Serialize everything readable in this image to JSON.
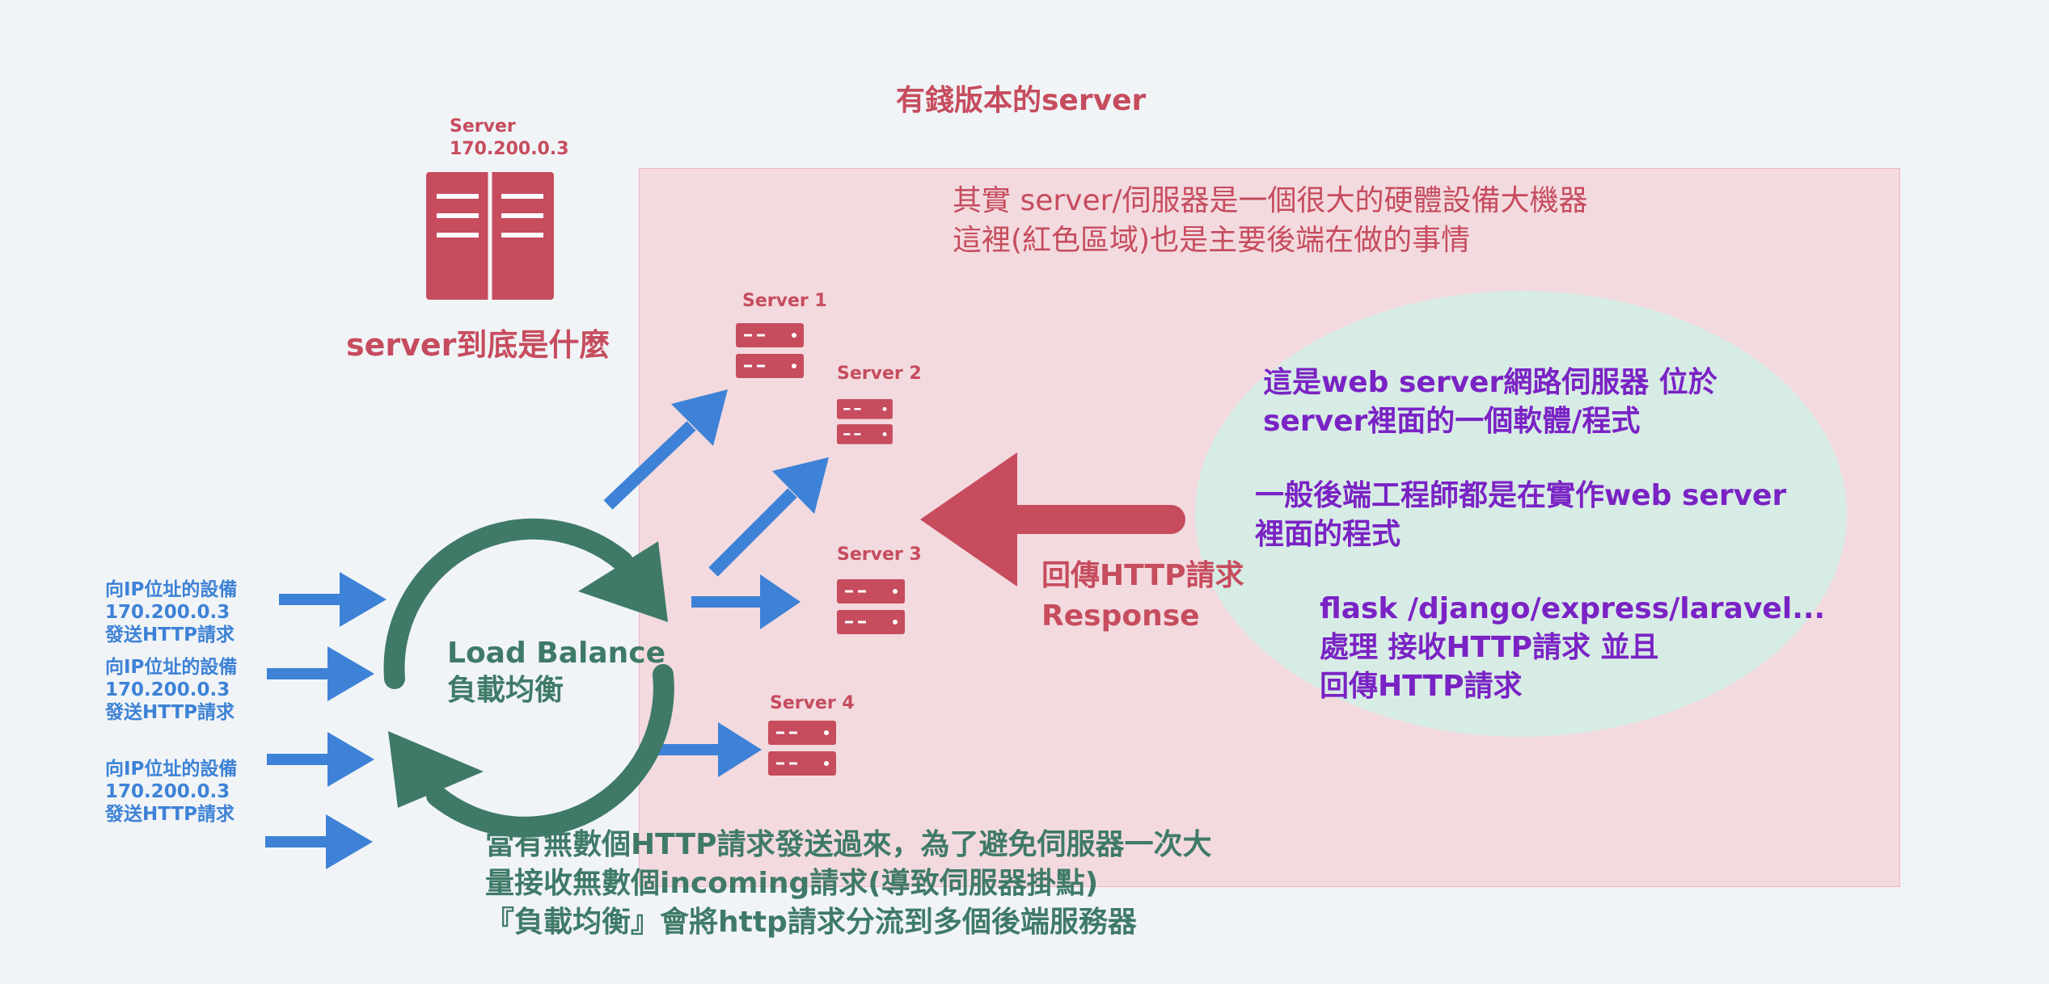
{
  "colors": {
    "red": "#c64c5e",
    "blue": "#3d82d6",
    "green": "#3f7a68",
    "purple": "#7a23c4",
    "region": "#f3dadf",
    "bubble": "#d8ece6"
  },
  "title": "有錢版本的server",
  "main_server": {
    "label_line1": "Server",
    "label_line2": "170.200.0.3",
    "caption": "server到底是什麼"
  },
  "region_note": {
    "line1": "其實 server/伺服器是一個很大的硬體設備大機器",
    "line2": "這裡(紅色區域)也是主要後端在做的事情"
  },
  "servers": [
    {
      "label": "Server 1"
    },
    {
      "label": "Server 2"
    },
    {
      "label": "Server 3"
    },
    {
      "label": "Server 4"
    }
  ],
  "web_server": {
    "desc_line1": "這是web server網路伺服器 位於",
    "desc_line2": "server裡面的一個軟體/程式",
    "eng_line1": "一般後端工程師都是在實作web server",
    "eng_line2": "裡面的程式",
    "fw_line1": "flask /django/express/laravel...",
    "fw_line2": "處理 接收HTTP請求 並且",
    "fw_line3": "回傳HTTP請求"
  },
  "response": {
    "line1": "回傳HTTP請求",
    "line2": "Response"
  },
  "clients": [
    {
      "line1": "向IP位址的設備",
      "line2": "170.200.0.3",
      "line3": "發送HTTP請求"
    },
    {
      "line1": "向IP位址的設備",
      "line2": "170.200.0.3",
      "line3": "發送HTTP請求"
    },
    {
      "line1": "向IP位址的設備",
      "line2": "170.200.0.3",
      "line3": "發送HTTP請求"
    }
  ],
  "load_balance": {
    "line1": "Load Balance",
    "line2": "負載均衡"
  },
  "bottom_note": {
    "line1": "當有無數個HTTP請求發送過來，為了避免伺服器一次大",
    "line2": "量接收無數個incoming請求(導致伺服器掛點)",
    "line3": "『負載均衡』會將http請求分流到多個後端服務器"
  },
  "icons": {
    "main_server": "server-cabinet-icon",
    "rack": "server-rack-icon",
    "cycle": "cycle-arrows-icon",
    "arrow": "arrow-icon"
  }
}
